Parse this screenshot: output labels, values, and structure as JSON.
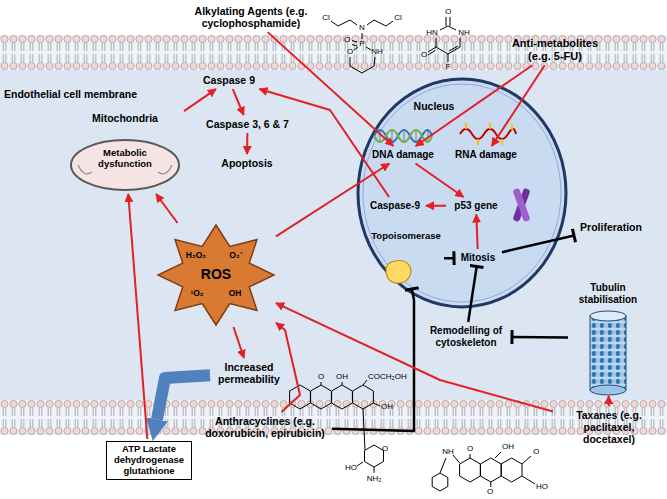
{
  "diagram": {
    "nodes": [
      {
        "text": [
          "Alkylating Agents (e.g. cyclophosphamide)"
        ]
      },
      {
        "text": [
          "Anti-metabolites (e.g. 5-FU)"
        ]
      },
      {
        "text": [
          "Caspase 9"
        ]
      },
      {
        "text": [
          "Caspase 3, 6 & 7"
        ]
      },
      {
        "text": [
          "Apoptosis"
        ]
      },
      {
        "text": [
          "Mitochondria",
          "Metabolic dysfunction"
        ]
      },
      {
        "text": [
          "Nucleus"
        ]
      },
      {
        "text": [
          "DNA damage"
        ],
        "in": 6
      },
      {
        "text": [
          "RNA damage"
        ],
        "in": 6
      },
      {
        "text": [
          "p53 gene"
        ],
        "in": 6
      },
      {
        "text": [
          "Caspase-9"
        ],
        "in": 6
      },
      {
        "text": [
          "Topoisomerase"
        ],
        "in": 6
      },
      {
        "text": [
          "Mitosis"
        ],
        "in": 6
      },
      {
        "text": [
          "Proliferation"
        ]
      },
      {
        "text": [
          "H₂O₂",
          "O₂⁻",
          "ROS",
          "¹O₂",
          "OH"
        ]
      },
      {
        "text": [
          "Tubulin stabilisation"
        ]
      },
      {
        "text": [
          "Remodelling of cytoskeleton"
        ]
      },
      {
        "text": [
          "Increased permeability"
        ]
      },
      {
        "text": [
          "ATP Lactate dehydrogenase glutathione"
        ]
      },
      {
        "text": [
          "Anthracyclines (e.g. doxorubicin, epirubicin)"
        ]
      },
      {
        "text": [
          "Taxanes (e.g. paclitaxel, docetaxel)"
        ]
      }
    ],
    "edges": [
      {
        "from": 0,
        "to": 7,
        "arrow": "to"
      },
      {
        "from": 1,
        "to": 7,
        "arrow": "to"
      },
      {
        "from": 1,
        "to": 8,
        "arrow": "to"
      },
      {
        "from": 7,
        "to": 9,
        "arrow": "to"
      },
      {
        "from": 9,
        "to": 10,
        "arrow": "to"
      },
      {
        "from": 10,
        "to": 2,
        "arrow": "to"
      },
      {
        "from": 2,
        "to": 3,
        "arrow": "to"
      },
      {
        "from": 3,
        "to": 4,
        "arrow": "to"
      },
      {
        "from": 5,
        "to": 2,
        "arrow": "to"
      },
      {
        "from": 14,
        "to": 5,
        "arrow": "to"
      },
      {
        "from": 14,
        "to": 7,
        "arrow": "to"
      },
      {
        "from": 14,
        "to": 17,
        "arrow": "to"
      },
      {
        "from": 17,
        "to": 18,
        "arrow": "to"
      },
      {
        "from": 18,
        "to": 5,
        "arrow": "to"
      },
      {
        "from": 12,
        "to": 9,
        "arrow": "to"
      },
      {
        "from": 12,
        "to": 13,
        "arrow": "to"
      },
      {
        "from": 11,
        "to": 12,
        "arrow": "to"
      },
      {
        "from": 16,
        "to": 12,
        "arrow": "to"
      },
      {
        "from": 15,
        "to": 16,
        "arrow": "to"
      },
      {
        "from": 19,
        "to": 11,
        "arrow": "to"
      },
      {
        "from": 19,
        "to": 14,
        "arrow": "to"
      },
      {
        "from": 20,
        "to": 14,
        "arrow": "to"
      },
      {
        "from": 20,
        "to": 15,
        "arrow": "to"
      }
    ],
    "labels": [
      "Endothelial cell membrane",
      "Cl",
      "Cl",
      "N",
      "O",
      "P",
      "O",
      "NH",
      "O",
      "HN",
      "NH",
      "O",
      "F",
      "O",
      "OH",
      "COCH₂OH",
      "OH",
      "O",
      "HO",
      "NH₂",
      "NH",
      "O",
      "OH",
      "O",
      "HO",
      "O"
    ]
  }
}
